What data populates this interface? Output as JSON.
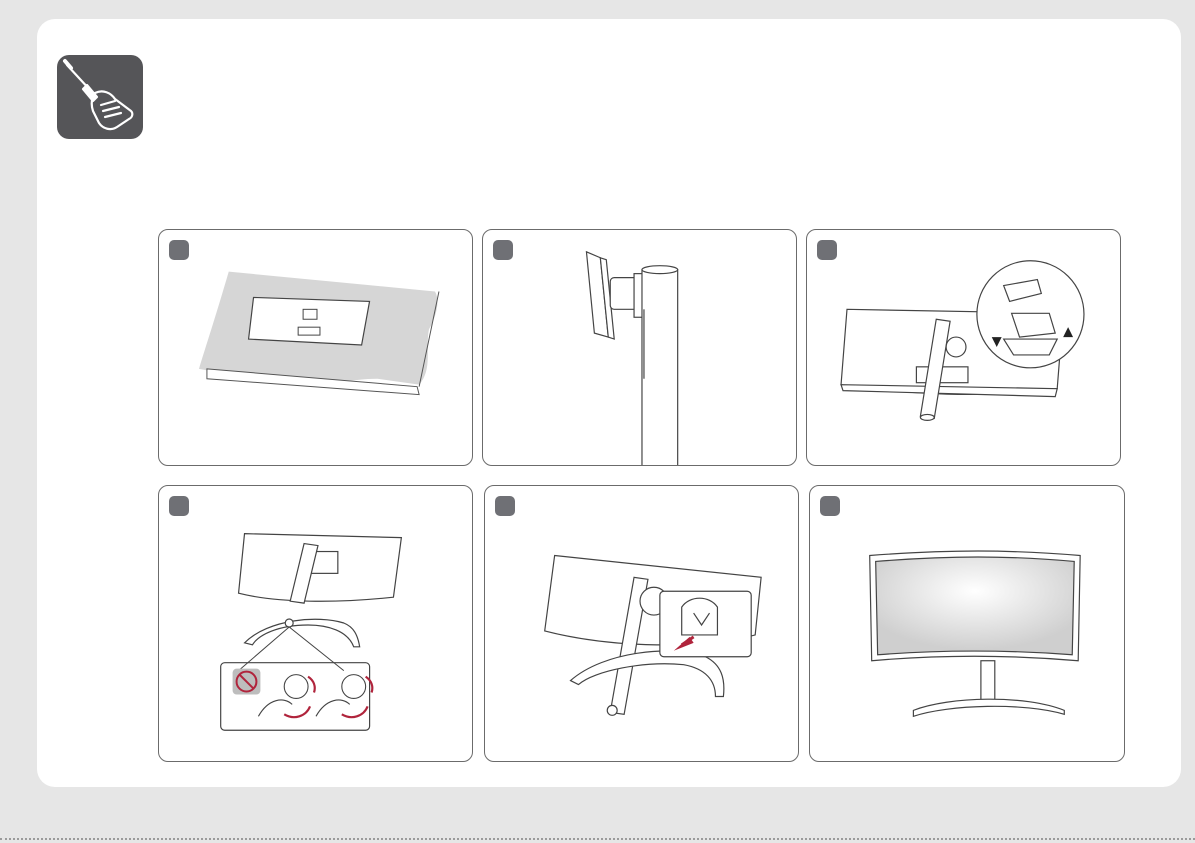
{
  "document": {
    "tool_icon": "screwdriver-in-hand-icon",
    "steps": [
      {
        "id": 1,
        "illustration": "monitor-face-down-on-cushion"
      },
      {
        "id": 2,
        "illustration": "stand-body-side-view"
      },
      {
        "id": 3,
        "illustration": "attach-stand-body-with-hinge-detail"
      },
      {
        "id": 4,
        "illustration": "attach-base-turn-screw"
      },
      {
        "id": 5,
        "illustration": "press-stand-base-detail"
      },
      {
        "id": 6,
        "illustration": "assembled-monitor-front"
      }
    ]
  },
  "colors": {
    "page_bg": "#e6e6e6",
    "sheet_bg": "#ffffff",
    "badge": "#555558",
    "step_marker": "#6f7075",
    "arrow_accent": "#b0243c"
  }
}
